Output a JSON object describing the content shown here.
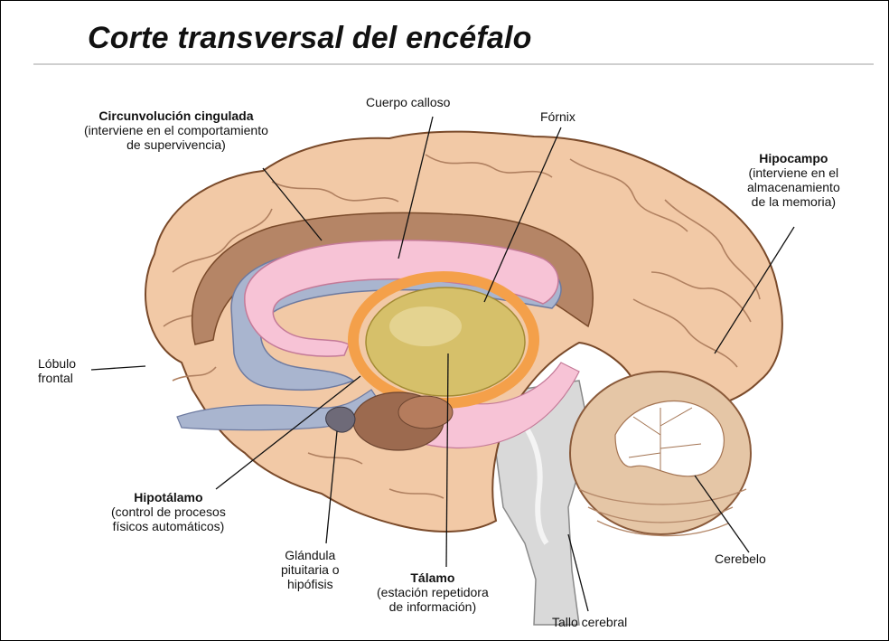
{
  "title": "Corte transversal del encéfalo",
  "labels": {
    "cingulate": {
      "name": "Circunvolución cingulada",
      "desc1": "(interviene en el comportamiento",
      "desc2": "de supervivencia)"
    },
    "corpus_callosum": {
      "name": "Cuerpo calloso"
    },
    "fornix": {
      "name": "Fórnix"
    },
    "hippocampus": {
      "name": "Hipocampo",
      "desc1": "(interviene en el",
      "desc2": "almacenamiento",
      "desc3": "de la memoria)"
    },
    "frontal_lobe": {
      "line1": "Lóbulo",
      "line2": "frontal"
    },
    "hypothalamus": {
      "name": "Hipotálamo",
      "desc1": "(control de procesos",
      "desc2": "físicos automáticos)"
    },
    "pituitary": {
      "line1": "Glándula",
      "line2": "pituitaria o",
      "line3": "hipófisis"
    },
    "thalamus": {
      "name": "Tálamo",
      "desc1": "(estación repetidora",
      "desc2": "de información)"
    },
    "brainstem": {
      "name": "Tallo cerebral"
    },
    "cerebellum": {
      "name": "Cerebelo"
    }
  },
  "colors": {
    "cortex": "#f2c9a6",
    "cortex_outline": "#7a4a2a",
    "gyrus_dark": "#b08060",
    "callosum": "#f7c3d6",
    "ventricle": "#a9b5cf",
    "thalamus": "#d6c06a",
    "fornix": "#f4a04a",
    "cerebellum": "#e5c6a6",
    "brainstem": "#d7d7d7"
  }
}
